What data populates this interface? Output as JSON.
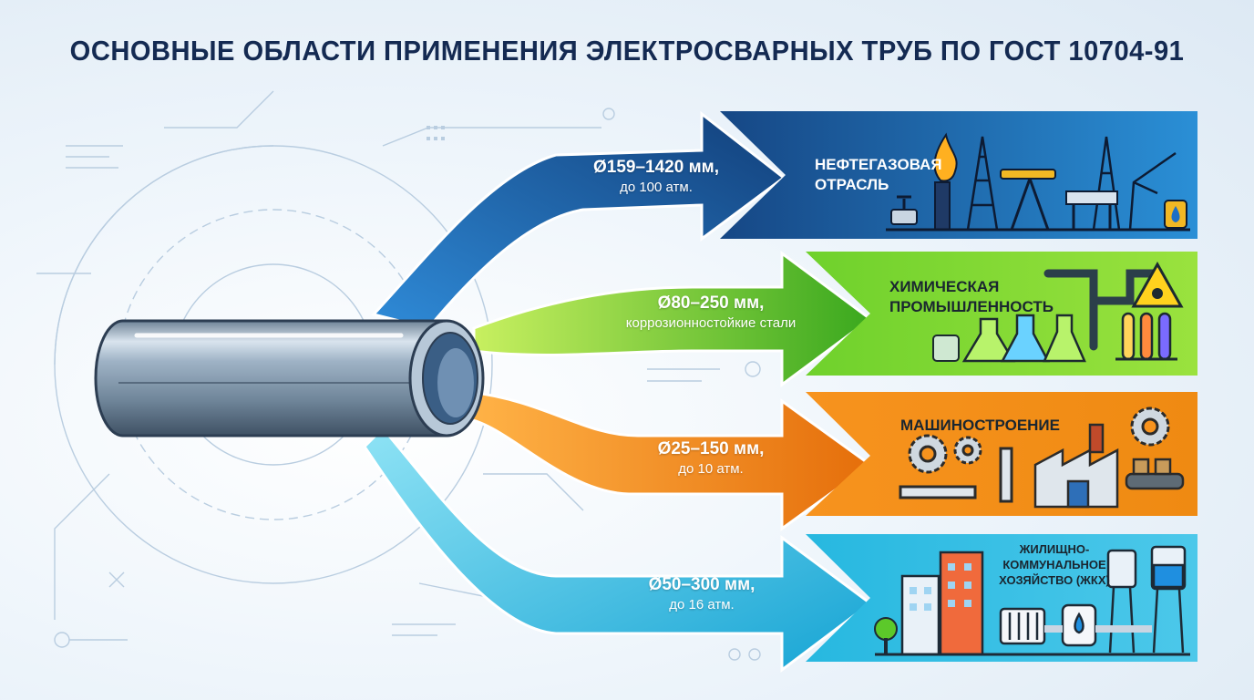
{
  "title": "ОСНОВНЫЕ ОБЛАСТИ ПРИМЕНЕНИЯ ЭЛЕКТРОСВАРНЫХ ТРУБ ПО ГОСТ 10704-91",
  "colors": {
    "title": "#142a52",
    "oil_gas": "#1a4e8c",
    "chemical": "#5cc92a",
    "machinery": "#f08a1a",
    "housing": "#22b4dc"
  },
  "branches": [
    {
      "id": "oil-gas",
      "spec_main": "Ø159–1420 мм,",
      "spec_sub": "до 100 атм.",
      "sector_lines": [
        "НЕФТЕГАЗОВАЯ",
        "ОТРАСЛЬ"
      ],
      "icons": [
        "flame-icon",
        "oil-derrick-icon",
        "pumpjack-icon",
        "offshore-platform-icon",
        "valve-icon",
        "oil-drop-icon",
        "crane-icon"
      ]
    },
    {
      "id": "chemical",
      "spec_main": "Ø80–250 мм,",
      "spec_sub": "коррозионностойкие стали",
      "sector_lines": [
        "ХИМИЧЕСКАЯ",
        "ПРОМЫШЛЕННОСТЬ"
      ],
      "icons": [
        "flask-icon",
        "hazard-sign-icon",
        "test-tubes-icon",
        "pipes-icon",
        "valve-icon"
      ]
    },
    {
      "id": "machinery",
      "spec_main": "Ø25–150 мм,",
      "spec_sub": "до 10 атм.",
      "sector_lines": [
        "МАШИНОСТРОЕНИЕ"
      ],
      "icons": [
        "gear-icon",
        "wrench-icon",
        "factory-icon",
        "conveyor-icon"
      ]
    },
    {
      "id": "housing",
      "spec_main": "Ø50–300 мм,",
      "spec_sub": "до 16 атм.",
      "sector_lines": [
        "ЖИЛИЩНО-",
        "КОММУНАЛЬНОЕ",
        "ХОЗЯЙСТВО (ЖКХ)"
      ],
      "icons": [
        "apartment-building-icon",
        "water-tower-icon",
        "radiator-icon",
        "boiler-icon",
        "tree-icon"
      ]
    }
  ]
}
